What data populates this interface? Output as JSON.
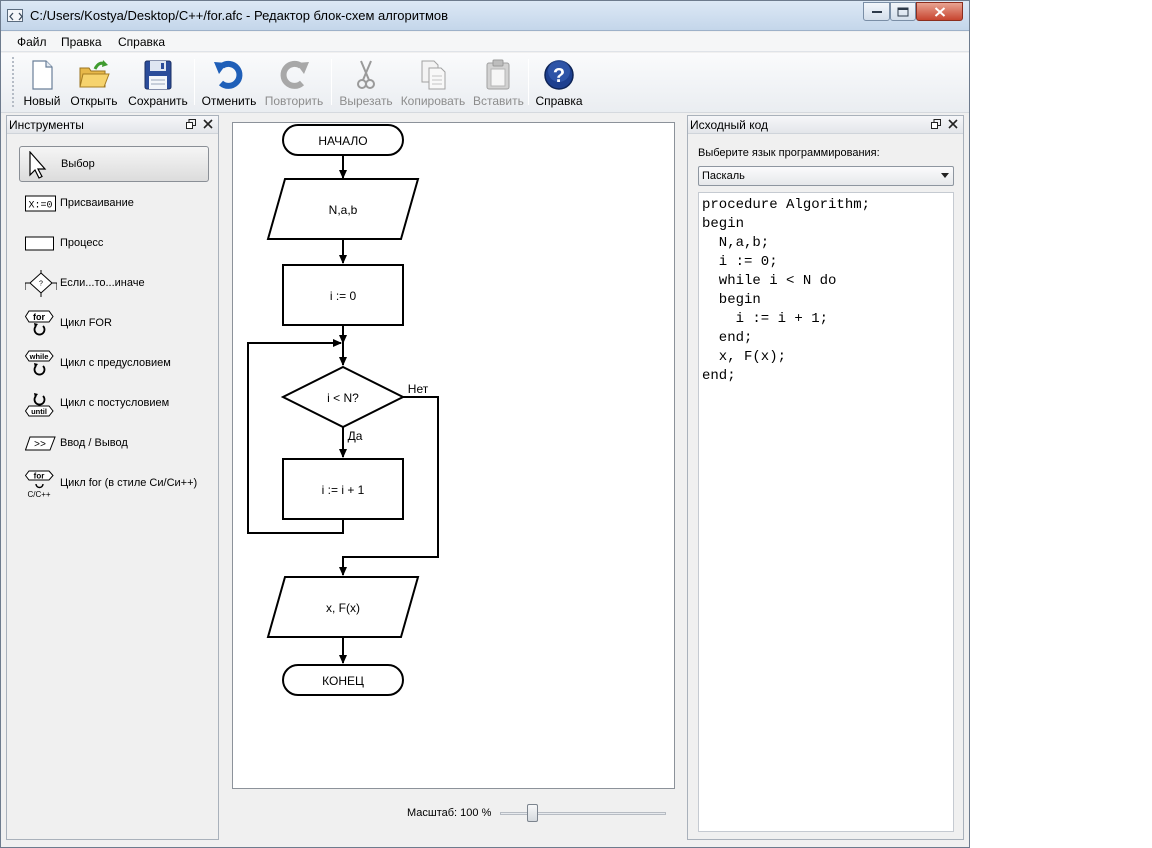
{
  "window": {
    "title": "C:/Users/Kostya/Desktop/C++/for.afc - Редактор блок-схем алгоритмов"
  },
  "menu": {
    "file": "Файл",
    "edit": "Правка",
    "help": "Справка"
  },
  "toolbar": {
    "new": "Новый",
    "open": "Открыть",
    "save": "Сохранить",
    "undo": "Отменить",
    "redo": "Повторить",
    "cut": "Вырезать",
    "copy": "Копировать",
    "paste": "Вставить",
    "help": "Справка"
  },
  "tools_panel": {
    "title": "Инструменты",
    "items": [
      {
        "label": "Выбор",
        "icon": "cursor-arrow-icon",
        "selected": true
      },
      {
        "label": "Присваивание",
        "icon_text": "X:=0"
      },
      {
        "label": "Процесс",
        "icon": "process-rect-icon"
      },
      {
        "label": "Если...то...иначе",
        "icon": "decision-diamond-icon"
      },
      {
        "label": "Цикл FOR",
        "icon_text": "for"
      },
      {
        "label": "Цикл с предусловием",
        "icon_text": "while"
      },
      {
        "label": "Цикл с постусловием",
        "icon_text": "until"
      },
      {
        "label": "Ввод / Вывод",
        "icon_text": ">>"
      },
      {
        "label": "Цикл for (в стиле Си/Си++)",
        "icon_text": "for",
        "icon_subtext": "C/C++"
      }
    ]
  },
  "flowchart": {
    "start": "НАЧАЛО",
    "input": "N,a,b",
    "init": "i := 0",
    "condition": "i < N?",
    "no_label": "Нет",
    "yes_label": "Да",
    "body": "i := i + 1",
    "output": "x, F(x)",
    "end": "КОНЕЦ"
  },
  "zoom": {
    "label": "Масштаб: 100 %",
    "value": 100
  },
  "code_panel": {
    "title": "Исходный код",
    "language_label": "Выберите язык программирования:",
    "language_selected": "Паскаль",
    "code": "procedure Algorithm;\nbegin\n  N,a,b;\n  i := 0;\n  while i < N do\n  begin\n    i := i + 1;\n  end;\n  x, F(x);\nend;"
  }
}
